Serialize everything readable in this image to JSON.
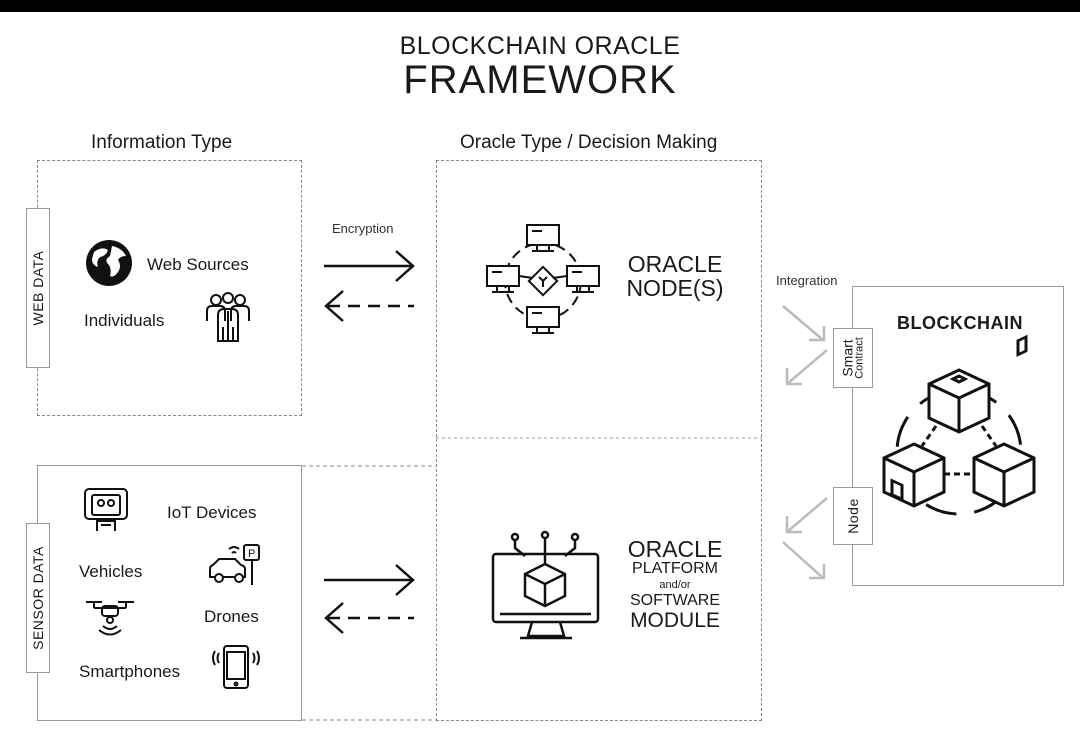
{
  "title": {
    "line1": "BLOCKCHAIN ORACLE",
    "line2": "FRAMEWORK"
  },
  "headings": {
    "information_type": "Information Type",
    "oracle_type": "Oracle Type / Decision Making"
  },
  "web_data": {
    "label": "WEB DATA",
    "items": {
      "web_sources": "Web Sources",
      "individuals": "Individuals"
    }
  },
  "sensor_data": {
    "label": "SENSOR DATA",
    "items": {
      "iot_devices": "IoT Devices",
      "vehicles": "Vehicles",
      "drones": "Drones",
      "smartphones": "Smartphones"
    }
  },
  "encryption_label": "Encryption",
  "integration_label": "Integration",
  "oracle_nodes": {
    "line1": "ORACLE",
    "line2": "NODE(S)"
  },
  "oracle_platform": {
    "line1": "ORACLE",
    "line2": "PLATFORM",
    "line3": "and/or",
    "line4": "SOFTWARE",
    "line5": "MODULE"
  },
  "blockchain": {
    "title": "BLOCKCHAIN",
    "smart_contract": {
      "line1": "Smart",
      "line2": "Contract"
    },
    "node": "Node"
  },
  "icons": [
    "globe-icon",
    "people-icon",
    "iot-device-icon",
    "car-parking-icon",
    "drone-icon",
    "smartphone-icon",
    "network-nodes-icon",
    "monitor-cube-icon",
    "blockchain-cubes-icon",
    "arrow-right-icon",
    "arrow-left-dashed-icon"
  ]
}
